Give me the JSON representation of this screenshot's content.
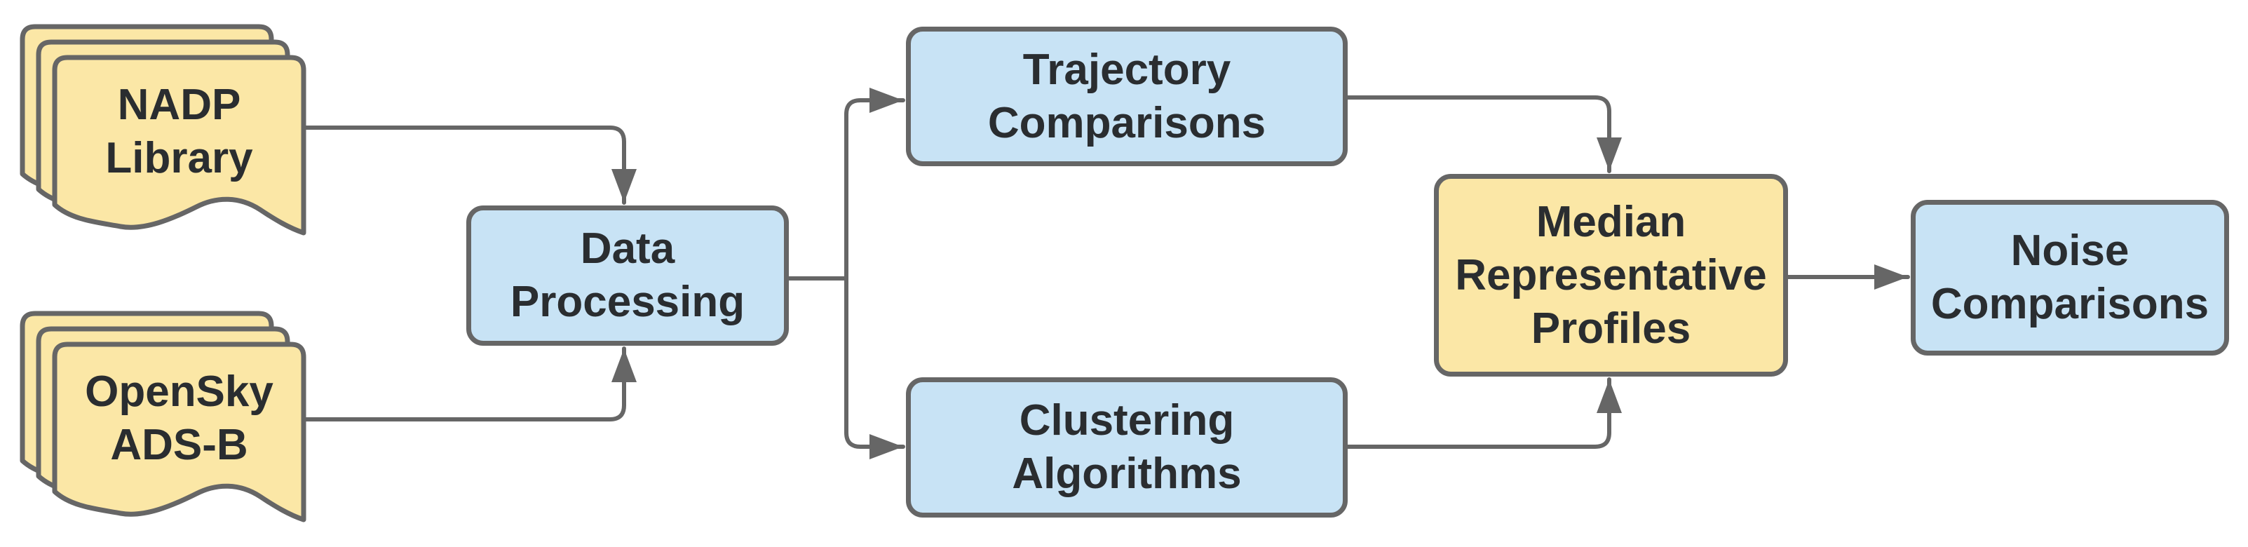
{
  "diagram": {
    "type": "flowchart",
    "background": "#ffffff",
    "colors": {
      "node_blue": "#C8E3F5",
      "node_yellow": "#FBE7A6",
      "border": "#666666",
      "connector": "#666666",
      "text": "#2A2D30"
    },
    "nodes": [
      {
        "id": "nadp-library",
        "label": "NADP Library",
        "shape": "document-stack",
        "color": "yellow"
      },
      {
        "id": "opensky-adsb",
        "label": "OpenSky ADS-B",
        "shape": "document-stack",
        "color": "yellow"
      },
      {
        "id": "data-processing",
        "label": "Data Processing",
        "shape": "rounded-rect",
        "color": "blue"
      },
      {
        "id": "trajectory-comparisons",
        "label": "Trajectory Comparisons",
        "shape": "rounded-rect",
        "color": "blue"
      },
      {
        "id": "clustering-algorithms",
        "label": "Clustering Algorithms",
        "shape": "rounded-rect",
        "color": "blue"
      },
      {
        "id": "median-representative-profiles",
        "label": "Median Representative Profiles",
        "shape": "rounded-rect",
        "color": "yellow"
      },
      {
        "id": "noise-comparisons",
        "label": "Noise Comparisons",
        "shape": "rounded-rect",
        "color": "blue"
      }
    ],
    "edges": [
      {
        "from": "nadp-library",
        "to": "data-processing"
      },
      {
        "from": "opensky-adsb",
        "to": "data-processing"
      },
      {
        "from": "data-processing",
        "to": "trajectory-comparisons"
      },
      {
        "from": "data-processing",
        "to": "clustering-algorithms"
      },
      {
        "from": "trajectory-comparisons",
        "to": "median-representative-profiles"
      },
      {
        "from": "clustering-algorithms",
        "to": "median-representative-profiles"
      },
      {
        "from": "median-representative-profiles",
        "to": "noise-comparisons"
      }
    ]
  }
}
